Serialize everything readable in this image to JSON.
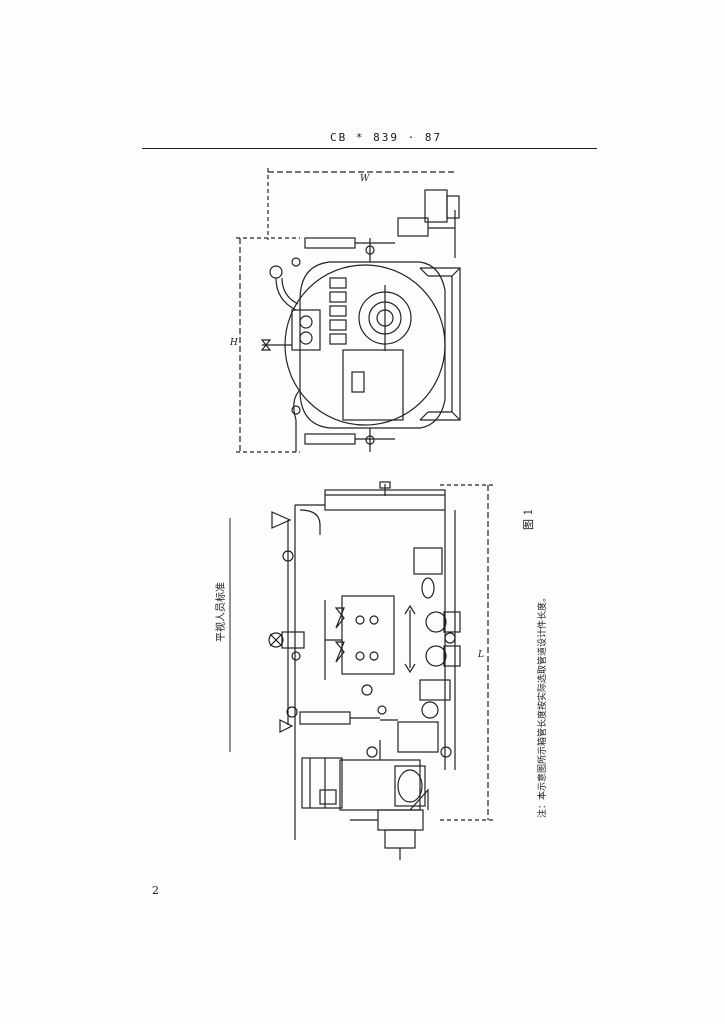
{
  "header": {
    "standard_code": "CB * 839 · 87"
  },
  "drawing": {
    "figure_label": "图 1",
    "side_note": "平视人员标准",
    "footnote": "注：本示意图所示箱管长度按实际选取管道设计件长度。",
    "dimension_labels": {
      "width": "W",
      "height": "H",
      "length": "L"
    }
  },
  "page_number": "2"
}
